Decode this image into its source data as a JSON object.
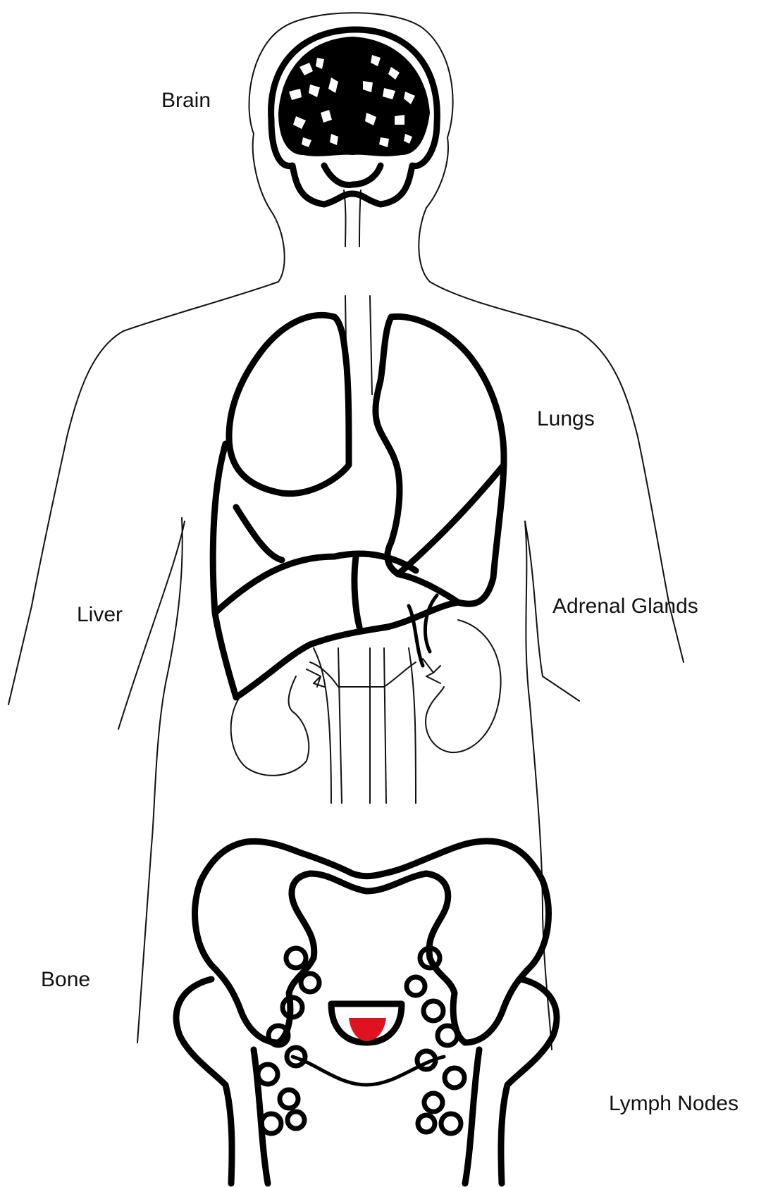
{
  "labels": {
    "brain": "Brain",
    "lungs": "Lungs",
    "liver": "Liver",
    "adrenal": "Adrenal Glands",
    "bone": "Bone",
    "lymph": "Lymph Nodes"
  },
  "colors": {
    "outline": "#000000",
    "highlight": "#e0121f",
    "background": "#ffffff"
  }
}
